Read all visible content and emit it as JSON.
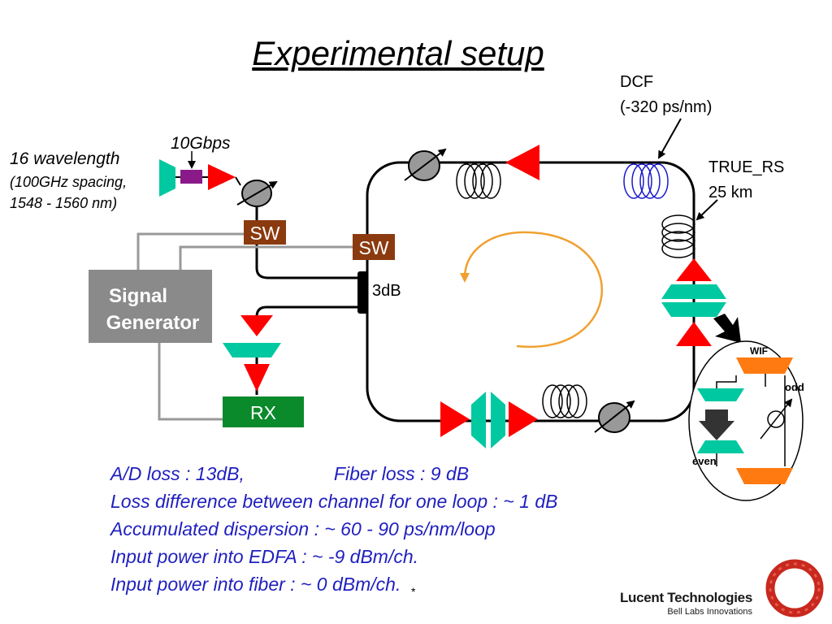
{
  "title": "Experimental setup",
  "labels": {
    "wavelength_line1": "16 wavelength",
    "wavelength_line2": "(100GHz spacing,",
    "wavelength_line3": "1548 - 1560 nm)",
    "bitrate": "10Gbps",
    "dcf_line1": "DCF",
    "dcf_line2": "(-320 ps/nm)",
    "fiber_line1": "TRUE_RS",
    "fiber_line2": "25 km",
    "sw_left": "SW",
    "sw_right": "SW",
    "coupler": "3dB",
    "signal_gen_line1": "Signal",
    "signal_gen_line2": "Generator",
    "rx": "RX",
    "wif": "WIF",
    "odd": "odd",
    "even": "even"
  },
  "notes": {
    "ad_loss": "A/D loss : 13dB,",
    "fiber_loss": "Fiber loss : 9 dB",
    "loss_diff": "Loss difference between channel for one  loop : ~ 1 dB",
    "dispersion": "Accumulated dispersion : ~ 60 - 90 ps/nm/loop",
    "edfa_power": "Input power into EDFA : ~ -9 dBm/ch.",
    "fiber_power": "Input power into fiber : ~ 0 dBm/ch."
  },
  "footnote": "*",
  "logo": {
    "company": "Lucent Technologies",
    "tagline": "Bell Labs Innovations"
  },
  "colors": {
    "amplifier": "#ff0000",
    "filter": "#00c8a0",
    "switch": "#8b3a0f",
    "receiver": "#0a8a2a",
    "generator": "#8a8a8a",
    "wif_filter": "#ff7a10",
    "modulator": "#8a1a8a",
    "dcf_coil": "#1a1acc",
    "circulation_arrow": "#f0a030",
    "notes_text": "#1f1fbf",
    "logo_ring": "#c8281e"
  }
}
